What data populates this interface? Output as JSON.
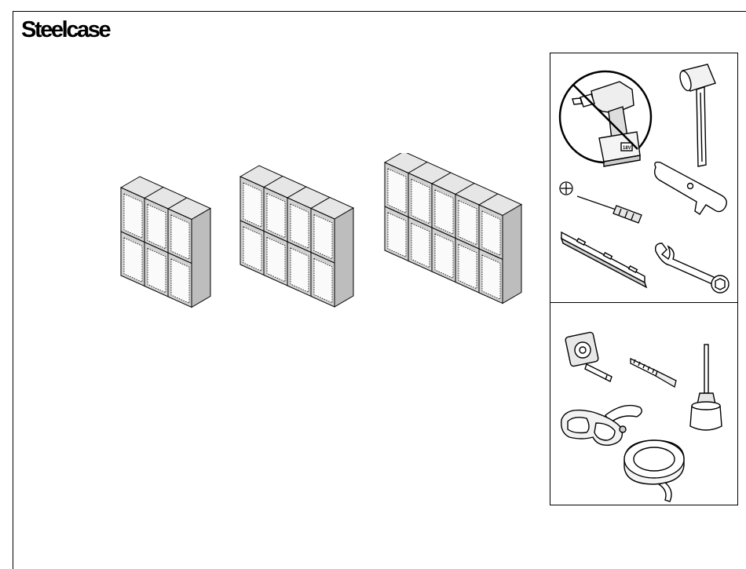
{
  "brand": {
    "name": "Steelcase"
  },
  "units": [
    {
      "columns": 3,
      "rows": 2
    },
    {
      "columns": 4,
      "rows": 2
    },
    {
      "columns": 5,
      "rows": 2
    }
  ],
  "tools": {
    "required": [
      {
        "icon": "no-power-drill-icon",
        "battery_label": "18V"
      },
      {
        "icon": "mallet-icon"
      },
      {
        "icon": "phillips-screwdriver-icon"
      },
      {
        "icon": "adjustment-key-icon"
      },
      {
        "icon": "level-icon"
      },
      {
        "icon": "combination-wrench-icon"
      }
    ],
    "optional": [
      {
        "icon": "tape-measure-icon"
      },
      {
        "icon": "drill-bit-icon"
      },
      {
        "icon": "hand-awl-icon"
      },
      {
        "icon": "safety-goggles-icon"
      },
      {
        "icon": "tape-roll-icon"
      }
    ]
  }
}
